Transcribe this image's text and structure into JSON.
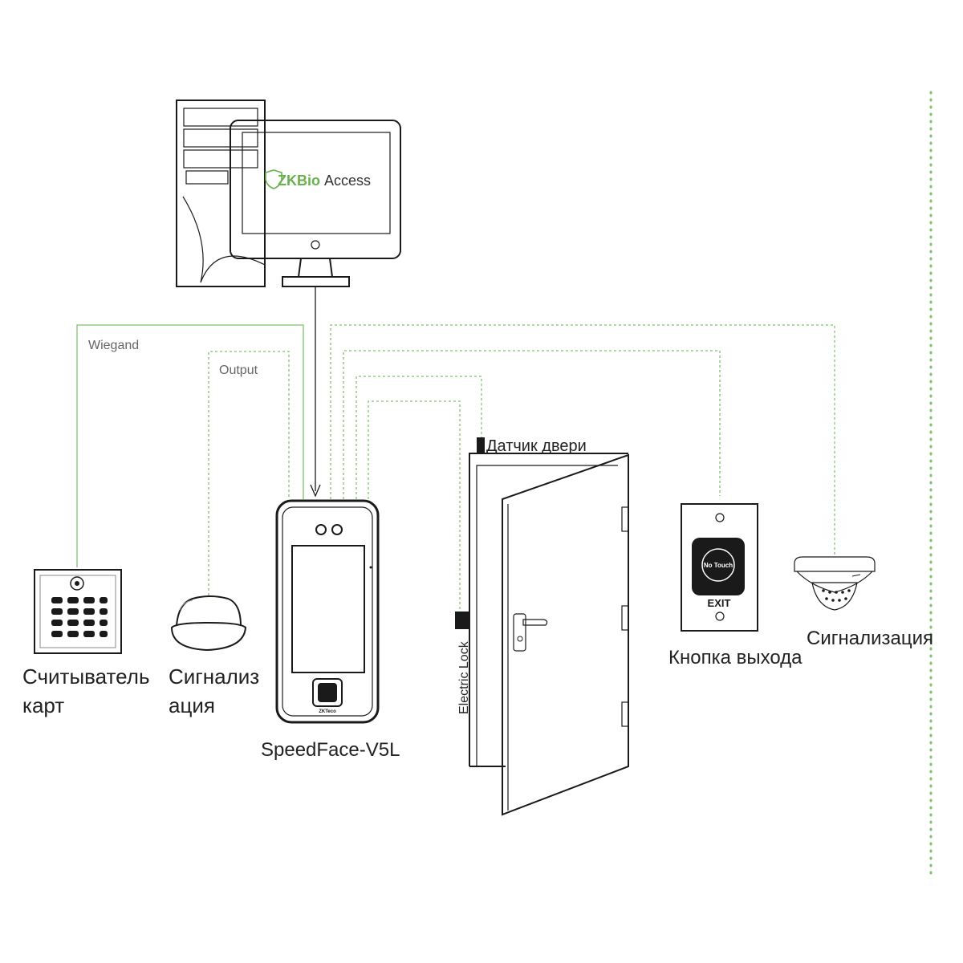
{
  "software": {
    "brand": "ZKBio",
    "product": "Access"
  },
  "connections": {
    "wiegand": "Wiegand",
    "output": "Output"
  },
  "devices": {
    "card_reader": {
      "line1": "Считыватель",
      "line2": "карт"
    },
    "siren": {
      "line1": "Сигнализ",
      "line2": "ация"
    },
    "terminal": {
      "name": "SpeedFace-V5L",
      "badge": "ZKTeco"
    },
    "door_sensor": {
      "label": "Датчик двери"
    },
    "electric_lock": {
      "label": "Electric Lock"
    },
    "exit_button": {
      "label": "Кнопка выхода",
      "face_text": "No Touch",
      "exit_text": "EXIT"
    },
    "alarm": {
      "label": "Сигнализация"
    }
  },
  "colors": {
    "wire": "#7cc36a",
    "outline": "#1a1a1a",
    "brand_green": "#6ab04c"
  }
}
